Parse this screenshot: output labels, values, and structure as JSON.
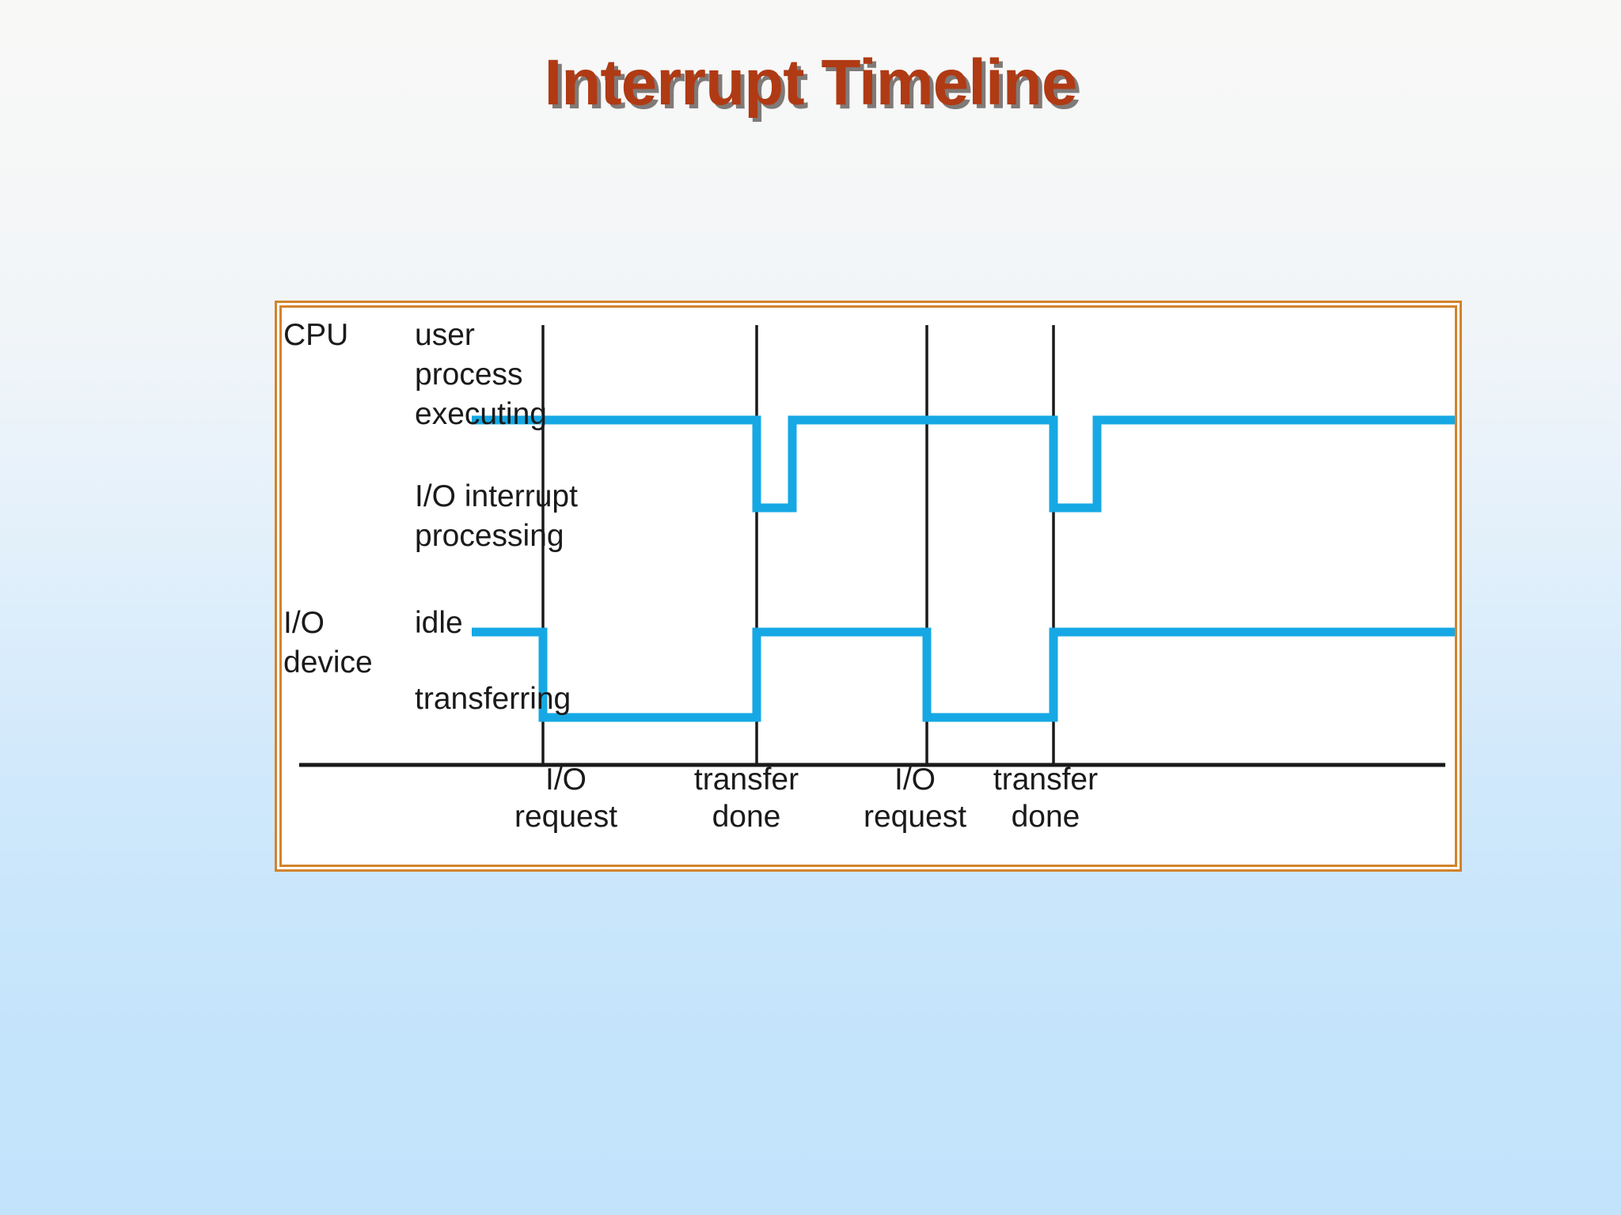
{
  "slide": {
    "title": "Interrupt Timeline"
  },
  "figure": {
    "row_labels": {
      "cpu": "CPU",
      "io_device": "I/O\ndevice"
    },
    "state_labels": {
      "user_process_executing": "user\nprocess\nexecuting",
      "io_interrupt_processing": "I/O interrupt\nprocessing",
      "idle": "idle",
      "transferring": "transferring"
    },
    "event_labels": [
      "I/O\nrequest",
      "transfer\ndone",
      "I/O\nrequest",
      "transfer\ndone"
    ],
    "colors": {
      "signal": "#16a8e4",
      "axis": "#1a1a1a",
      "frame_border": "#d2832b",
      "title_text": "#b03a14",
      "figure_background": "#ffffff"
    }
  },
  "chart_data": {
    "type": "line",
    "title": "Interrupt Timeline",
    "xlabel": "",
    "ylabel": "",
    "grid": false,
    "legend": "none",
    "x_axis": {
      "range": [
        0,
        1488
      ],
      "event_markers": [
        {
          "x": 330,
          "label": "I/O request"
        },
        {
          "x": 600,
          "label": "transfer done"
        },
        {
          "x": 815,
          "label": "I/O request"
        },
        {
          "x": 975,
          "label": "transfer done"
        }
      ]
    },
    "series": [
      {
        "name": "CPU",
        "states": [
          "user process executing",
          "I/O interrupt processing"
        ],
        "state_y": {
          "user process executing": 142,
          "I/O interrupt processing": 253
        },
        "steps": [
          {
            "x_start": 240,
            "x_end": 600,
            "state": "user process executing"
          },
          {
            "x_start": 600,
            "x_end": 645,
            "state": "I/O interrupt processing"
          },
          {
            "x_start": 645,
            "x_end": 975,
            "state": "user process executing"
          },
          {
            "x_start": 975,
            "x_end": 1030,
            "state": "I/O interrupt processing"
          },
          {
            "x_start": 1030,
            "x_end": 1488,
            "state": "user process executing"
          }
        ]
      },
      {
        "name": "I/O device",
        "states": [
          "idle",
          "transferring"
        ],
        "state_y": {
          "idle": 410,
          "transferring": 518
        },
        "steps": [
          {
            "x_start": 240,
            "x_end": 330,
            "state": "idle"
          },
          {
            "x_start": 330,
            "x_end": 600,
            "state": "transferring"
          },
          {
            "x_start": 600,
            "x_end": 815,
            "state": "idle"
          },
          {
            "x_start": 815,
            "x_end": 975,
            "state": "transferring"
          },
          {
            "x_start": 975,
            "x_end": 1488,
            "state": "idle"
          }
        ]
      }
    ]
  }
}
